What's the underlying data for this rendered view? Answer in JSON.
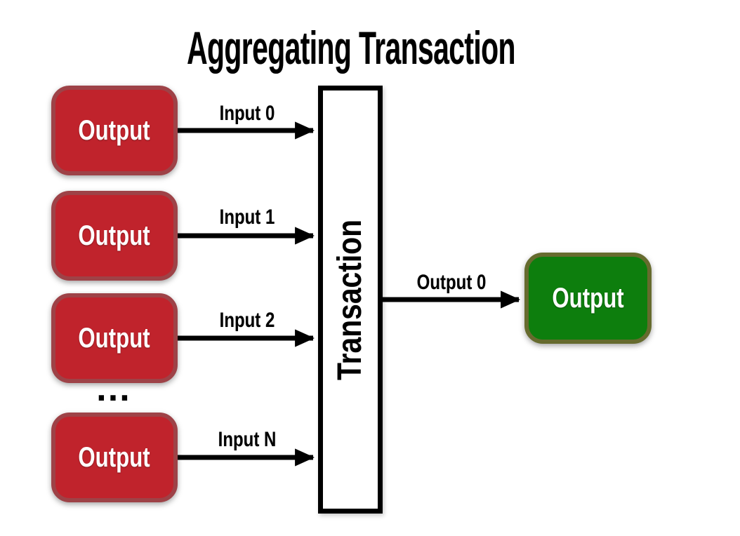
{
  "title": "Aggregating Transaction",
  "colors": {
    "background": "#ffffff",
    "red_fill": "#c0232c",
    "red_border": "#9e4247",
    "green_fill": "#0d7e0d",
    "green_border": "#666b2e",
    "line": "#000000"
  },
  "diagram": {
    "transaction_label": "Transaction",
    "ellipsis": "…",
    "inputs": [
      {
        "box_label": "Output",
        "arrow_label": "Input 0"
      },
      {
        "box_label": "Output",
        "arrow_label": "Input 1"
      },
      {
        "box_label": "Output",
        "arrow_label": "Input 2"
      },
      {
        "box_label": "Output",
        "arrow_label": "Input N"
      }
    ],
    "output": {
      "box_label": "Output",
      "arrow_label": "Output 0"
    }
  }
}
